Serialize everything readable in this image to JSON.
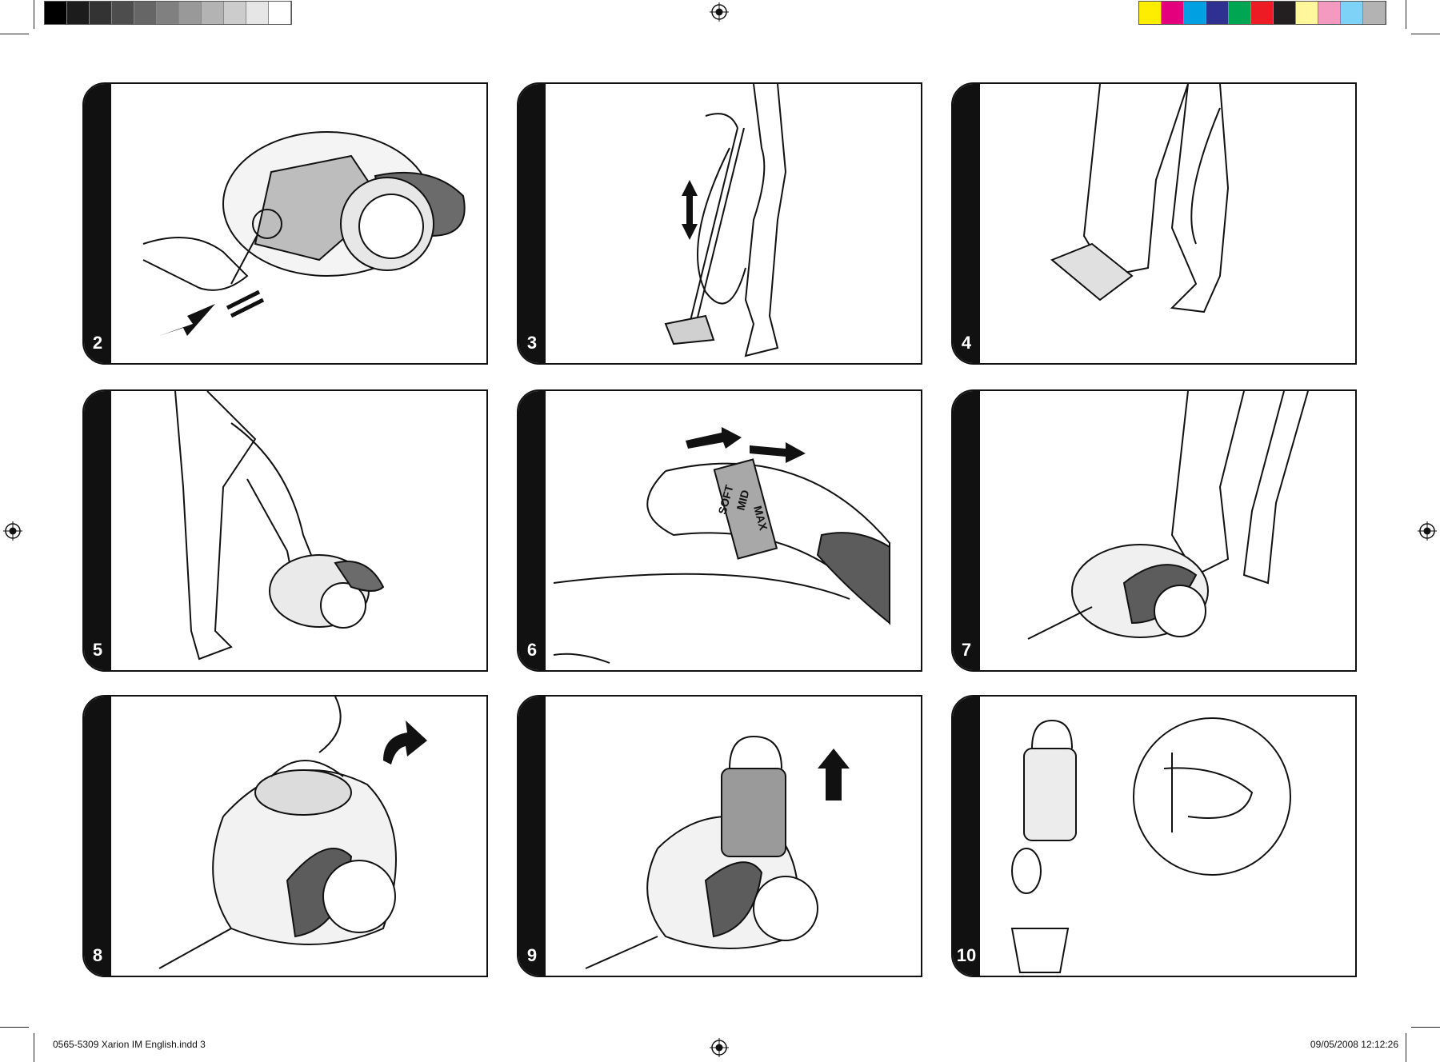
{
  "registration": {
    "gray_swatches": [
      "#000000",
      "#1c1c1c",
      "#333333",
      "#4d4d4d",
      "#666666",
      "#808080",
      "#999999",
      "#b3b3b3",
      "#cccccc",
      "#e6e6e6",
      "#ffffff"
    ],
    "color_swatches": [
      "#ffed00",
      "#e4007d",
      "#00a0e3",
      "#2e3192",
      "#00a651",
      "#ed1c24",
      "#231f20",
      "#fff799",
      "#f49ac1",
      "#7dd3f7",
      "#b3b3b3"
    ]
  },
  "panels": [
    {
      "number": "2",
      "icon": "vacuum-cord-pull"
    },
    {
      "number": "3",
      "icon": "telescopic-tube-adjust"
    },
    {
      "number": "4",
      "icon": "floor-nozzle-pedal"
    },
    {
      "number": "5",
      "icon": "power-button-foot"
    },
    {
      "number": "6",
      "icon": "suction-slider"
    },
    {
      "number": "7",
      "icon": "cord-rewind-foot"
    },
    {
      "number": "8",
      "icon": "lift-lid"
    },
    {
      "number": "9",
      "icon": "remove-container"
    },
    {
      "number": "10",
      "icon": "empty-container"
    }
  ],
  "suction_labels": {
    "soft": "SOFT",
    "mid": "MID",
    "max": "MAX"
  },
  "footer": {
    "left": "0565-5309 Xarion IM English.indd   3",
    "right": "09/05/2008   12:12:26"
  }
}
